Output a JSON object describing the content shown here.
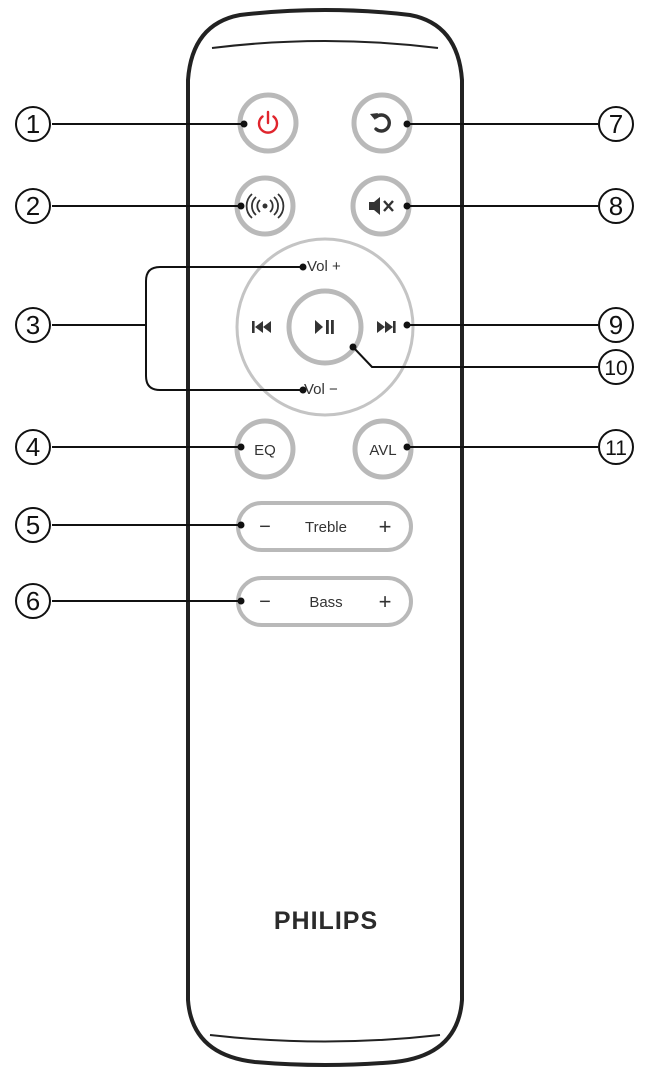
{
  "remote": {
    "brand": "PHILIPS",
    "colors": {
      "power_icon": "#e0252d",
      "button_ring": "#b9b9b9",
      "body_outline": "#222222",
      "label_text": "#333333"
    },
    "buttons": {
      "power": {
        "icon": "power-icon"
      },
      "source": {
        "icon": "source-cycle-icon"
      },
      "bluetooth": {
        "icon": "bluetooth-pairing-icon"
      },
      "mute": {
        "icon": "mute-icon"
      },
      "vol_up_label": "Vol +",
      "vol_down_label": "Vol −",
      "prev": {
        "icon": "previous-track-icon"
      },
      "next": {
        "icon": "next-track-icon"
      },
      "play_pause": {
        "icon": "play-pause-icon"
      },
      "eq_label": "EQ",
      "avl_label": "AVL",
      "treble": {
        "minus": "−",
        "label": "Treble",
        "plus": "+"
      },
      "bass": {
        "minus": "−",
        "label": "Bass",
        "plus": "+"
      }
    }
  },
  "callouts": [
    "1",
    "2",
    "3",
    "4",
    "5",
    "6",
    "7",
    "8",
    "9",
    "10",
    "11"
  ]
}
